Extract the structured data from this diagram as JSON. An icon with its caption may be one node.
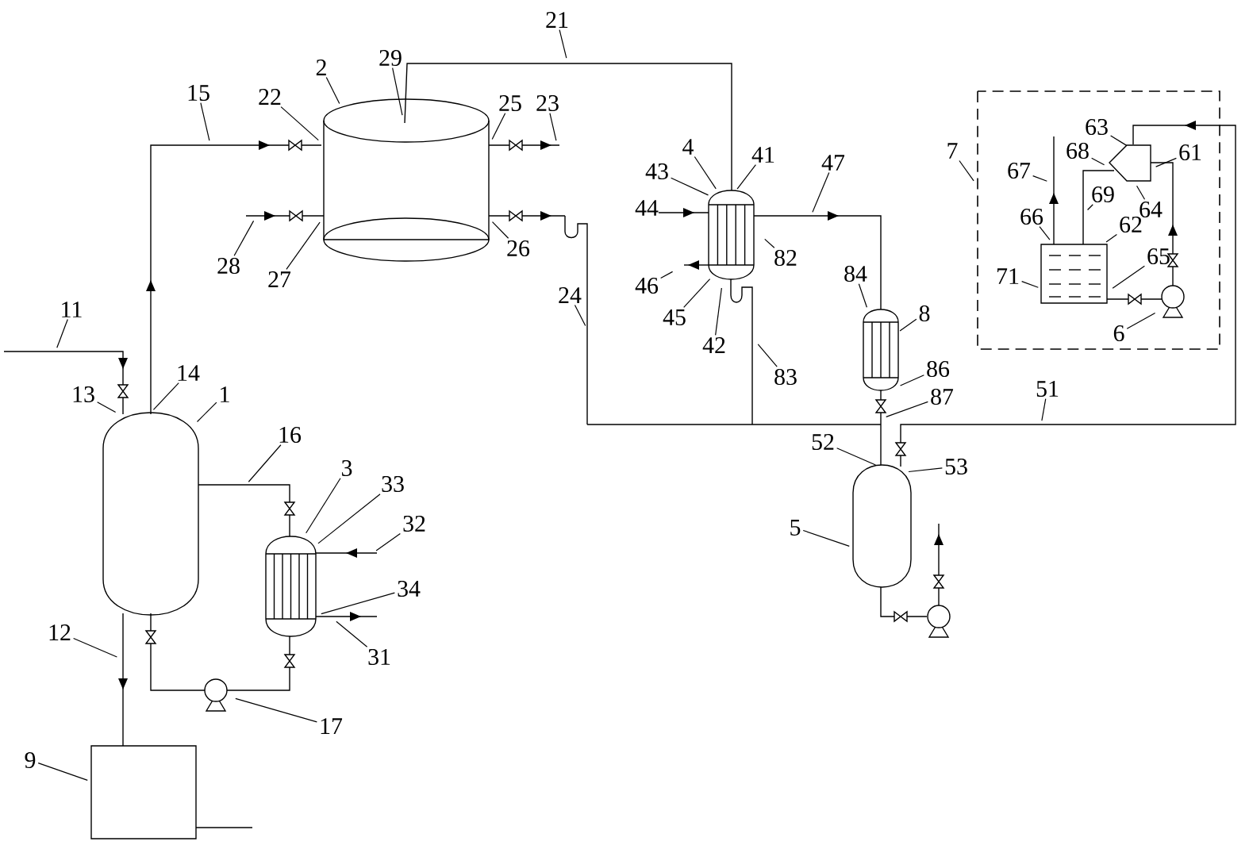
{
  "diagram": {
    "nodes": [
      {
        "text": [
          "21"
        ]
      },
      {
        "text": [
          "29"
        ]
      },
      {
        "text": [
          "2"
        ]
      },
      {
        "text": [
          "15"
        ]
      },
      {
        "text": [
          "22"
        ]
      },
      {
        "text": [
          "25"
        ]
      },
      {
        "text": [
          "23"
        ]
      },
      {
        "text": [
          "4"
        ]
      },
      {
        "text": [
          "41"
        ]
      },
      {
        "text": [
          "43"
        ]
      },
      {
        "text": [
          "44"
        ]
      },
      {
        "text": [
          "47"
        ]
      },
      {
        "text": [
          "7"
        ]
      },
      {
        "text": [
          "63"
        ]
      },
      {
        "text": [
          "61"
        ]
      },
      {
        "text": [
          "68"
        ]
      },
      {
        "text": [
          "67"
        ]
      },
      {
        "text": [
          "69"
        ]
      },
      {
        "text": [
          "64"
        ]
      },
      {
        "text": [
          "66"
        ]
      },
      {
        "text": [
          "62"
        ]
      },
      {
        "text": [
          "28"
        ]
      },
      {
        "text": [
          "27"
        ]
      },
      {
        "text": [
          "26"
        ]
      },
      {
        "text": [
          "82"
        ]
      },
      {
        "text": [
          "46"
        ]
      },
      {
        "text": [
          "45"
        ]
      },
      {
        "text": [
          "42"
        ]
      },
      {
        "text": [
          "24"
        ]
      },
      {
        "text": [
          "84"
        ]
      },
      {
        "text": [
          "8"
        ]
      },
      {
        "text": [
          "71"
        ]
      },
      {
        "text": [
          "65"
        ]
      },
      {
        "text": [
          "6"
        ]
      },
      {
        "text": [
          "11"
        ]
      },
      {
        "text": [
          "14"
        ]
      },
      {
        "text": [
          "13"
        ]
      },
      {
        "text": [
          "1"
        ]
      },
      {
        "text": [
          "83"
        ]
      },
      {
        "text": [
          "86"
        ]
      },
      {
        "text": [
          "87"
        ]
      },
      {
        "text": [
          "51"
        ]
      },
      {
        "text": [
          "16"
        ]
      },
      {
        "text": [
          "52"
        ]
      },
      {
        "text": [
          "53"
        ]
      },
      {
        "text": [
          "3"
        ]
      },
      {
        "text": [
          "33"
        ]
      },
      {
        "text": [
          "32"
        ]
      },
      {
        "text": [
          "5"
        ]
      },
      {
        "text": [
          "34"
        ]
      },
      {
        "text": [
          "31"
        ]
      },
      {
        "text": [
          "12"
        ]
      },
      {
        "text": [
          "17"
        ]
      },
      {
        "text": [
          "9"
        ]
      }
    ],
    "edges": [
      {
        "from": 0,
        "to": null,
        "arrow": "none"
      },
      {
        "from": 1,
        "to": null,
        "arrow": "none"
      },
      {
        "from": 2,
        "to": null,
        "arrow": "none"
      },
      {
        "from": 3,
        "to": null,
        "arrow": "none"
      },
      {
        "from": 4,
        "to": null,
        "arrow": "none"
      },
      {
        "from": 5,
        "to": null,
        "arrow": "none"
      },
      {
        "from": 6,
        "to": null,
        "arrow": "none"
      },
      {
        "from": 7,
        "to": null,
        "arrow": "none"
      },
      {
        "from": 8,
        "to": null,
        "arrow": "none"
      },
      {
        "from": 9,
        "to": null,
        "arrow": "none"
      },
      {
        "from": 11,
        "to": null,
        "arrow": "none"
      },
      {
        "from": 12,
        "to": null,
        "arrow": "none"
      },
      {
        "from": 13,
        "to": null,
        "arrow": "none"
      },
      {
        "from": 14,
        "to": null,
        "arrow": "none"
      },
      {
        "from": 15,
        "to": null,
        "arrow": "none"
      },
      {
        "from": 16,
        "to": null,
        "arrow": "none"
      },
      {
        "from": 17,
        "to": null,
        "arrow": "none"
      },
      {
        "from": 18,
        "to": null,
        "arrow": "none"
      },
      {
        "from": 19,
        "to": null,
        "arrow": "none"
      },
      {
        "from": 20,
        "to": null,
        "arrow": "none"
      },
      {
        "from": 21,
        "to": null,
        "arrow": "none"
      },
      {
        "from": 22,
        "to": null,
        "arrow": "none"
      },
      {
        "from": 23,
        "to": null,
        "arrow": "none"
      },
      {
        "from": 24,
        "to": null,
        "arrow": "none"
      },
      {
        "from": 25,
        "to": null,
        "arrow": "none"
      },
      {
        "from": 26,
        "to": null,
        "arrow": "none"
      },
      {
        "from": 27,
        "to": null,
        "arrow": "none"
      },
      {
        "from": 28,
        "to": null,
        "arrow": "none"
      },
      {
        "from": 29,
        "to": null,
        "arrow": "none"
      },
      {
        "from": 30,
        "to": null,
        "arrow": "none"
      },
      {
        "from": 31,
        "to": null,
        "arrow": "none"
      },
      {
        "from": 32,
        "to": null,
        "arrow": "none"
      },
      {
        "from": 33,
        "to": null,
        "arrow": "none"
      },
      {
        "from": 34,
        "to": null,
        "arrow": "none"
      },
      {
        "from": 35,
        "to": null,
        "arrow": "none"
      },
      {
        "from": 36,
        "to": null,
        "arrow": "none"
      },
      {
        "from": 37,
        "to": null,
        "arrow": "none"
      },
      {
        "from": 38,
        "to": null,
        "arrow": "none"
      },
      {
        "from": 39,
        "to": null,
        "arrow": "none"
      },
      {
        "from": 40,
        "to": null,
        "arrow": "none"
      },
      {
        "from": 41,
        "to": null,
        "arrow": "none"
      },
      {
        "from": 42,
        "to": null,
        "arrow": "none"
      },
      {
        "from": 43,
        "to": null,
        "arrow": "none"
      },
      {
        "from": 44,
        "to": null,
        "arrow": "none"
      },
      {
        "from": 45,
        "to": null,
        "arrow": "none"
      },
      {
        "from": 46,
        "to": null,
        "arrow": "none"
      },
      {
        "from": 47,
        "to": null,
        "arrow": "none"
      },
      {
        "from": 48,
        "to": null,
        "arrow": "none"
      },
      {
        "from": 49,
        "to": null,
        "arrow": "none"
      },
      {
        "from": 50,
        "to": null,
        "arrow": "none"
      },
      {
        "from": 51,
        "to": null,
        "arrow": "none"
      },
      {
        "from": 52,
        "to": null,
        "arrow": "none"
      },
      {
        "from": 53,
        "to": null,
        "arrow": "none"
      }
    ]
  }
}
